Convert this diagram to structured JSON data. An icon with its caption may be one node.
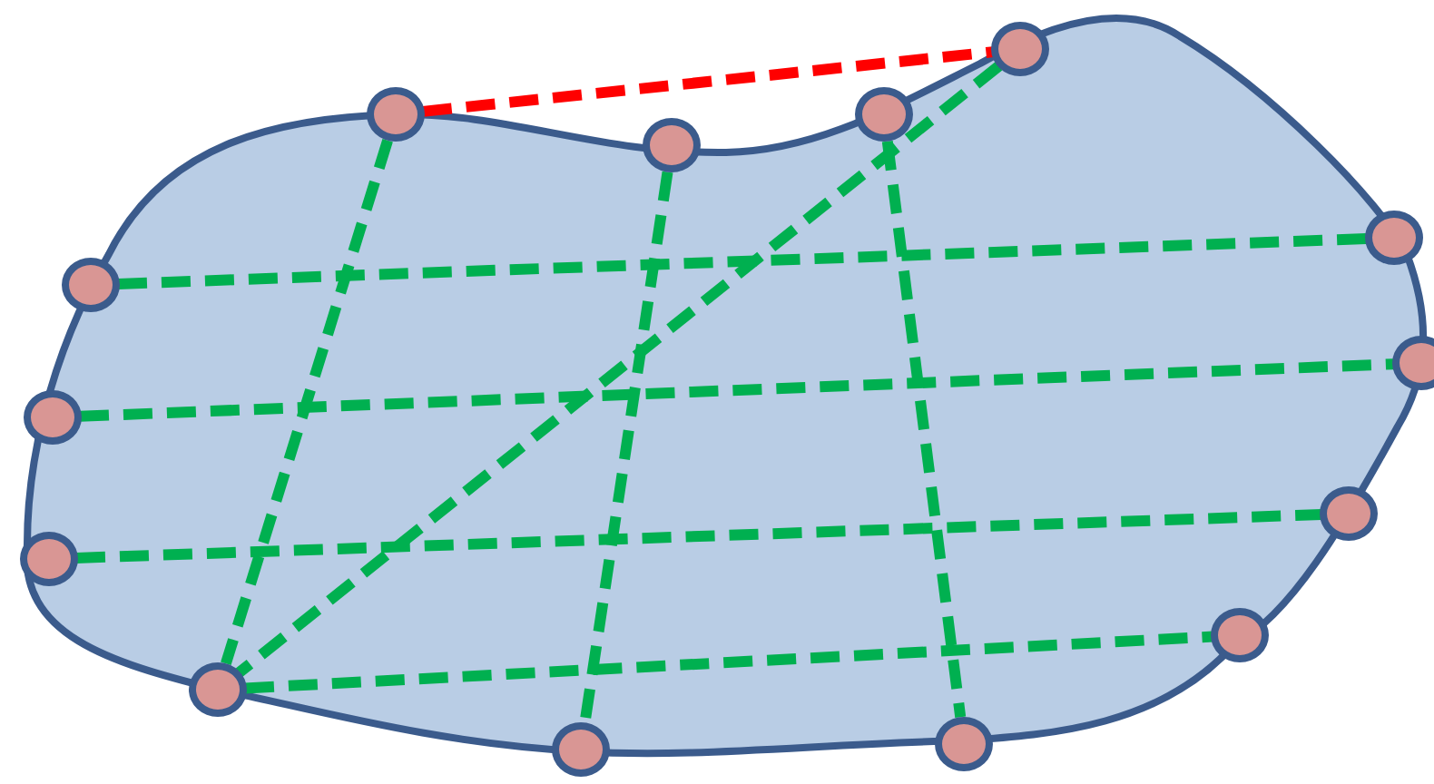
{
  "diagram": {
    "nodes": [
      {
        "text": [],
        "shape": "circle"
      },
      {
        "text": [],
        "shape": "circle"
      },
      {
        "text": [],
        "shape": "circle"
      },
      {
        "text": [],
        "shape": "circle"
      },
      {
        "text": [],
        "shape": "circle"
      },
      {
        "text": [],
        "shape": "circle"
      },
      {
        "text": [],
        "shape": "circle"
      },
      {
        "text": [],
        "shape": "circle"
      },
      {
        "text": [],
        "shape": "circle"
      },
      {
        "text": [],
        "shape": "circle"
      },
      {
        "text": [],
        "shape": "circle"
      },
      {
        "text": [],
        "shape": "circle"
      },
      {
        "text": [],
        "shape": "circle"
      },
      {
        "text": [],
        "shape": "circle"
      }
    ],
    "edges": [
      {
        "from": 4,
        "to": 9,
        "arrow": "none",
        "style": "dashed",
        "color": "#ff0000"
      },
      {
        "from": 2,
        "to": 12,
        "arrow": "none",
        "style": "dashed"
      },
      {
        "from": 1,
        "to": 13,
        "arrow": "none",
        "style": "dashed"
      },
      {
        "from": 0,
        "to": 11,
        "arrow": "none",
        "style": "dashed"
      },
      {
        "from": 3,
        "to": 10,
        "arrow": "none",
        "style": "dashed"
      },
      {
        "from": 4,
        "to": 3,
        "arrow": "none",
        "style": "dashed"
      },
      {
        "from": 6,
        "to": 5,
        "arrow": "none",
        "style": "dashed"
      },
      {
        "from": 7,
        "to": 8,
        "arrow": "none",
        "style": "dashed"
      },
      {
        "from": 9,
        "to": 3,
        "arrow": "none",
        "style": "dashed"
      }
    ]
  }
}
